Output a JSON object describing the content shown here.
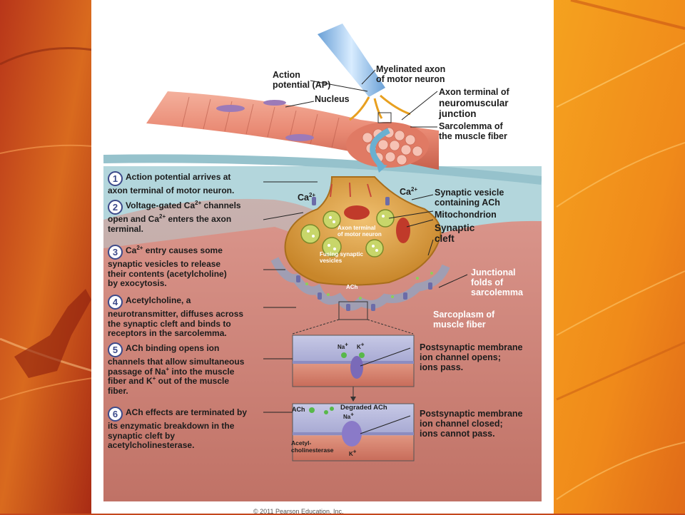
{
  "colors": {
    "slide_bg": "#c4471c",
    "slide_accent": "#f58f1d",
    "figure_bg": "#b3d6dc",
    "muscle": "#e98a74",
    "terminal": "#d69a3a",
    "step_number": "#3c4a8a"
  },
  "labels": {
    "action_potential": "Action\npotential (AP)",
    "myelinated_axon": "Myelinated axon\nof motor neuron",
    "nucleus": "Nucleus",
    "axon_terminal_nmj_a": "Axon terminal of",
    "axon_terminal_nmj_b": "neuromuscular\njunction",
    "sarcolemma": "Sarcolemma of\nthe muscle fiber",
    "ca_left": "Ca",
    "ca_right": "Ca",
    "ca_sup": "2+",
    "synaptic_vesicle": "Synaptic vesicle\ncontaining ACh",
    "mitochondrion": "Mitochondrion",
    "synaptic_cleft": "Synaptic\ncleft",
    "axon_terminal_inner": "Axon terminal\nof motor neuron",
    "fusing_vesicles": "Fusing synaptic\nvesicles",
    "ach": "ACh",
    "junctional_folds": "Junctional\nfolds of\nsarcolemma",
    "sarcoplasm": "Sarcoplasm of\nmuscle fiber",
    "na_ion": "Na",
    "k_ion": "K",
    "ion_sup": "+",
    "postsynaptic_open": "Postsynaptic membrane\nion channel opens;\nions pass.",
    "ach_lower": "ACh",
    "degraded_ach": "Degraded ACh",
    "na_lower": "Na",
    "acetylcholinesterase": "Acetyl-\ncholinesterase",
    "k_lower": "K",
    "postsynaptic_closed": "Postsynaptic membrane\nion channel closed;\nions cannot pass."
  },
  "steps": [
    {
      "number": "1",
      "text": "Action potential arrives at\naxon terminal of motor neuron."
    },
    {
      "number": "2",
      "text_a": "Voltage-gated Ca",
      "sup_a": "2+",
      "text_b": " channels\nopen and Ca",
      "sup_b": "2+",
      "text_c": " enters the axon\nterminal."
    },
    {
      "number": "3",
      "text_a": "Ca",
      "sup_a": "2+",
      "text_b": " entry causes some\nsynaptic vesicles to release\ntheir contents (acetylcholine)\nby exocytosis."
    },
    {
      "number": "4",
      "text": "Acetylcholine, a\nneurotransmitter, diffuses across\nthe synaptic cleft and binds to\nreceptors in the sarcolemma."
    },
    {
      "number": "5",
      "text_a": "ACh binding opens ion\nchannels that allow simultaneous\npassage of Na",
      "sup_a": "+",
      "text_b": " into the muscle\nfiber and K",
      "sup_b": "+",
      "text_c": " out of the muscle\nfiber."
    },
    {
      "number": "6",
      "text": "ACh effects are terminated by\nits enzymatic breakdown in the\nsynaptic cleft by\nacetylcholinesterase."
    }
  ],
  "credit": "© 2011 Pearson Education, Inc."
}
